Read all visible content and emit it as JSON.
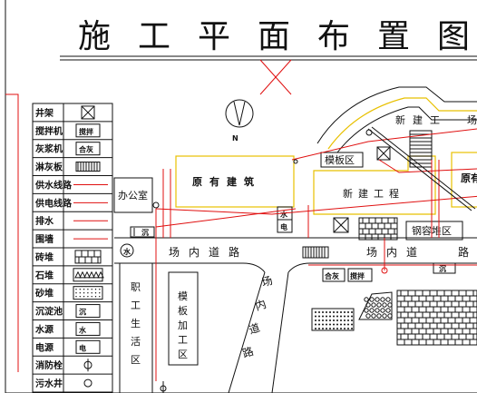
{
  "title": "施工平面布置图",
  "north_label": "N",
  "legend": {
    "items": [
      {
        "label": "井架",
        "symbol": "box-x"
      },
      {
        "label": "搅拌机",
        "symbol": "text",
        "symbol_text": "搅拌"
      },
      {
        "label": "灰浆机",
        "symbol": "text",
        "symbol_text": "合灰"
      },
      {
        "label": "淋灰板",
        "symbol": "hatch"
      },
      {
        "label": "供水线路",
        "symbol": "red-line"
      },
      {
        "label": "供电线路",
        "symbol": "red-line"
      },
      {
        "label": "排水",
        "symbol": "red-line"
      },
      {
        "label": "围墙",
        "symbol": "red-line"
      },
      {
        "label": "砖堆",
        "symbol": "brick"
      },
      {
        "label": "石堆",
        "symbol": "stone"
      },
      {
        "label": "砂堆",
        "symbol": "sand"
      },
      {
        "label": "沉淀池",
        "symbol": "text",
        "symbol_text": "沉"
      },
      {
        "label": "水源",
        "symbol": "text",
        "symbol_text": "水"
      },
      {
        "label": "电源",
        "symbol": "text",
        "symbol_text": "电"
      },
      {
        "label": "消防栓",
        "symbol": "hydrant"
      },
      {
        "label": "污水井",
        "symbol": "circle"
      }
    ]
  },
  "labels": {
    "office": "办公室",
    "existing_building": "原有建筑",
    "existing_building_right": "原有",
    "formwork_area": "模板区",
    "new_building_main": "新建工程",
    "new_building_top": "新建工",
    "new_building_top_tail": "场",
    "rebar_yard": "钢容堆区",
    "staff_area": "职工生活区",
    "formwork_workshop": "模板加工区",
    "road_main_1": "场内道路",
    "road_main_2": "场内道",
    "road_main_2_tail": "路",
    "road_diag": "场内道路",
    "mixer": "搅拌",
    "mortar": "合灰",
    "sediment": "沉",
    "water": "水",
    "power": "电",
    "water_symbol": "水"
  }
}
